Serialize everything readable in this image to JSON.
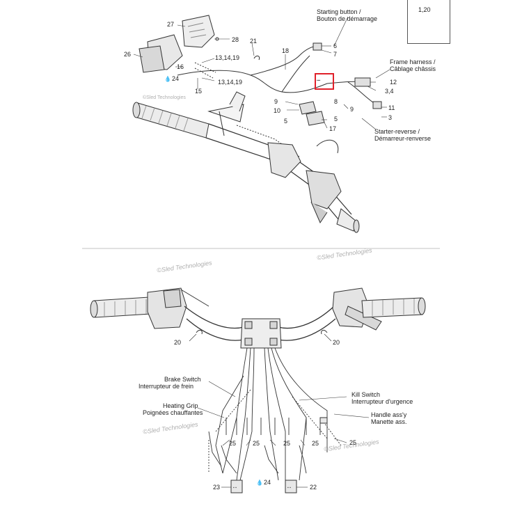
{
  "callouts": {
    "c1_20": "1,20",
    "c27": "27",
    "c28": "28",
    "c21": "21",
    "c18": "18",
    "c6": "6",
    "c7": "7",
    "c26": "26",
    "c16": "16",
    "c13a": "13,14,19",
    "c24a": "24",
    "c13b": "13,14,19",
    "c15": "15",
    "c12": "12",
    "c3_4": "3,4",
    "c9a": "9",
    "c10": "10",
    "c5a": "5",
    "c8": "8",
    "c5b": "5",
    "c17": "17",
    "c9b": "9",
    "c11": "11",
    "c3": "3",
    "c20a": "20",
    "c20b": "20",
    "c25a": "25",
    "c25b": "25",
    "c25c": "25",
    "c25d": "25",
    "c25e": "25",
    "c23": "23",
    "c24b": "24",
    "c22": "22"
  },
  "texts": {
    "starting_en": "Starting button /",
    "starting_fr": "Bouton de démarrage",
    "frame_en": "Frame harness /",
    "frame_fr": "Câblage châssis",
    "starter_en": "Starter-reverse /",
    "starter_fr": "Démarreur-renverse",
    "brake_en": "Brake Switch",
    "brake_fr": "Interrupteur de frein",
    "heat_en": "Heating Grip",
    "heat_fr": "Poignées chauffantes",
    "kill_en": "Kill Switch",
    "kill_fr": "Interrupteur d'urgence",
    "handle_en": "Handle ass'y",
    "handle_fr": "Manette ass."
  },
  "watermarks": {
    "wm1": "©Sled Technologies",
    "wm2": "©Sled Technologies",
    "wm3": "©Sled Technologies",
    "wm4": "©Sled Technologies",
    "wm5": "©Sled Technologies"
  },
  "oil_symbol": "💧",
  "highlight_color": "#e0202a"
}
